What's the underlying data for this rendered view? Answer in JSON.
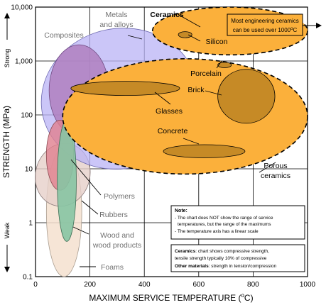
{
  "chart_data": {
    "type": "area",
    "title": "",
    "xlabel": "MAXIMUM SERVICE TEMPERATURE (",
    "xlabel_unit": "C)",
    "xlabel_degree": "o",
    "ylabel": "STRENGTH (MPa)",
    "x_scale": "linear",
    "y_scale": "log",
    "xlim": [
      0,
      1000
    ],
    "ylim": [
      0.1,
      10000
    ],
    "x_ticks": [
      0,
      200,
      400,
      600,
      800,
      1000
    ],
    "x_tick_labels": [
      "0",
      "200",
      "400",
      "600",
      "800",
      "1000"
    ],
    "y_ticks": [
      0.1,
      1,
      10,
      100,
      1000,
      10000
    ],
    "y_tick_labels": [
      "0.1",
      "1",
      "10",
      "100",
      "1,000",
      "10,000"
    ],
    "y_axis_words": {
      "strong": "Strong",
      "weak": "Weak"
    },
    "grid": true,
    "colors": {
      "ceramics": "#fbb03b",
      "metals": "#b9b3f5",
      "composites": "#b07fc0",
      "polymers": "#e07f8f",
      "rubbers": "#e6cfc9",
      "wood": "#87c4a3",
      "foams": "#f4e1cf",
      "glass_brick": "#c68a26"
    },
    "regions": [
      {
        "id": "foams",
        "label": "Foams",
        "x": [
          40,
          170
        ],
        "y": [
          0.1,
          25
        ]
      },
      {
        "id": "wood",
        "label": "Wood and wood products",
        "x": [
          80,
          150
        ],
        "y": [
          0.45,
          80
        ]
      },
      {
        "id": "rubbers",
        "label": "Rubbers",
        "x": [
          0,
          200
        ],
        "y": [
          2,
          30
        ]
      },
      {
        "id": "polymers",
        "label": "Polymers",
        "x": [
          40,
          140
        ],
        "y": [
          4,
          80
        ]
      },
      {
        "id": "composites",
        "label": "Composites",
        "x": [
          50,
          270
        ],
        "y": [
          40,
          2000
        ]
      },
      {
        "id": "metals",
        "label": "Metals and alloys",
        "x": [
          20,
          600
        ],
        "y": [
          10,
          4000
        ]
      },
      {
        "id": "ceramics",
        "label": "Ceramics",
        "x": [
          430,
          1000
        ],
        "y": [
          1300,
          10000
        ]
      },
      {
        "id": "porous_ceramics",
        "label": "Porous ceramics",
        "x": [
          100,
          1000
        ],
        "y": [
          8,
          1100
        ]
      },
      {
        "id": "silicon",
        "label": "Silicon",
        "x": [
          525,
          575
        ],
        "y": [
          2700,
          3500
        ]
      },
      {
        "id": "porcelain",
        "label": "Porcelain",
        "x": [
          670,
          720
        ],
        "y": [
          750,
          950
        ]
      },
      {
        "id": "glasses",
        "label": "Glasses",
        "x": [
          130,
          530
        ],
        "y": [
          230,
          420
        ]
      },
      {
        "id": "brick",
        "label": "Brick",
        "x": [
          670,
          880
        ],
        "y": [
          70,
          700
        ]
      },
      {
        "id": "concrete",
        "label": "Concrete",
        "x": [
          470,
          770
        ],
        "y": [
          16,
          28
        ]
      }
    ],
    "annotations": {
      "ceramics_callout": [
        "Most engineering ceramics",
        "can be used over 1000"
      ],
      "ceramics_callout_degree": "o",
      "ceramics_callout_unit": "C",
      "note_lines": [
        "Note:",
        "- The chart does NOT show the range of service",
        "temperatures, but the range of the maximums",
        "- The temperature axis has a linear scale"
      ],
      "footnote_ceramics_title": "Ceramics",
      "footnote_ceramics_text": ": chart shows compressive strength,",
      "footnote_ceramics_text2": "tensile strength typically 10% of compressive",
      "footnote_other_title": "Other materials",
      "footnote_other_text": ": strength in tension/compression"
    }
  }
}
